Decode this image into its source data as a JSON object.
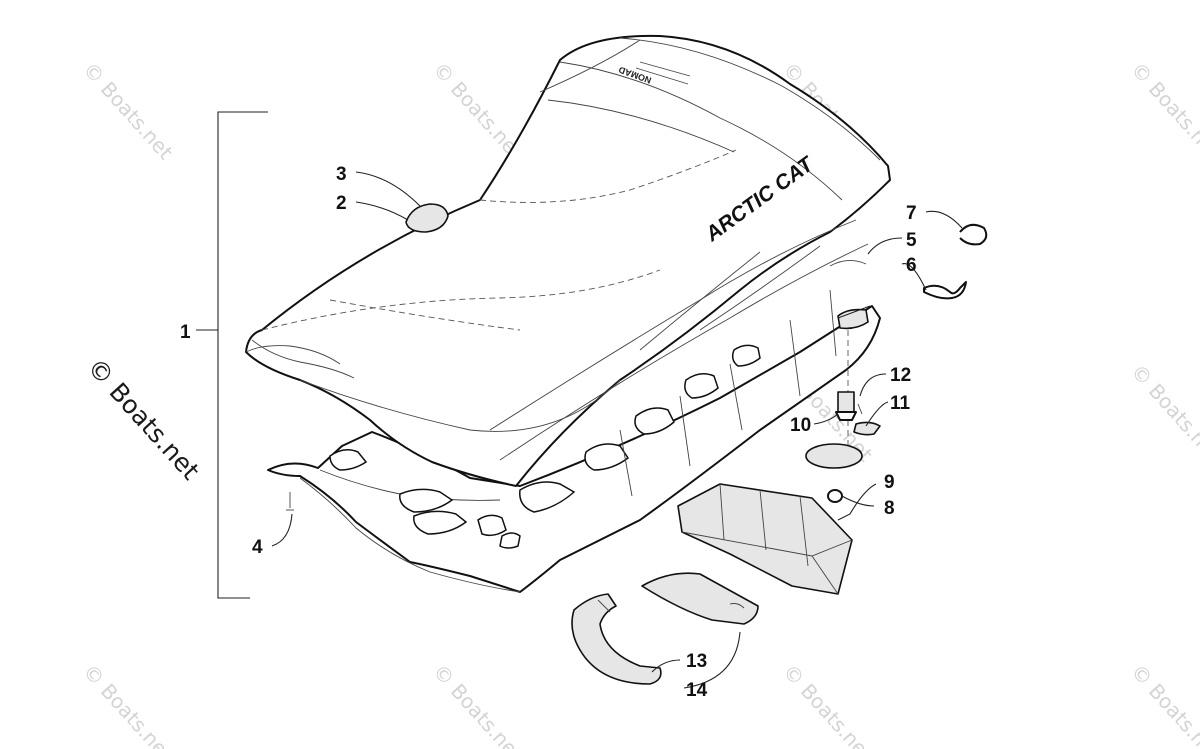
{
  "watermark": {
    "text": "© Boats.net",
    "main_text": "© Boats.net"
  },
  "decals": {
    "brand": "ARCTIC CAT",
    "rear_small": "NOMAD"
  },
  "callouts": [
    {
      "number": "1"
    },
    {
      "number": "2"
    },
    {
      "number": "3"
    },
    {
      "number": "4"
    },
    {
      "number": "5"
    },
    {
      "number": "6"
    },
    {
      "number": "7"
    },
    {
      "number": "8"
    },
    {
      "number": "9"
    },
    {
      "number": "10"
    },
    {
      "number": "11"
    },
    {
      "number": "12"
    },
    {
      "number": "13"
    },
    {
      "number": "14"
    }
  ]
}
